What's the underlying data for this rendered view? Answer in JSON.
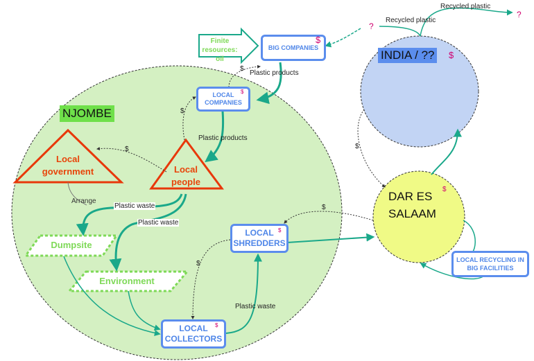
{
  "regions": {
    "njombe": "NJOMBE",
    "india": "INDIA / ??",
    "dar_es_salaam_line1": "DAR ES",
    "dar_es_salaam_line2": "SALAAM"
  },
  "nodes": {
    "finite_resources": {
      "line1": "Finite",
      "line2": "resources: oil"
    },
    "big_companies": "BIG COMPANIES",
    "local_companies": {
      "line1": "LOCAL",
      "line2": "COMPANIES"
    },
    "local_government": {
      "line1": "Local",
      "line2": "government"
    },
    "local_people": {
      "line1": "Local",
      "line2": "people"
    },
    "dumpsite": "Dumpsite",
    "environment": "Environment",
    "local_shredders": {
      "line1": "LOCAL",
      "line2": "SHREDDERS"
    },
    "local_collectors": {
      "line1": "LOCAL",
      "line2": "COLLECTORS"
    },
    "local_recycling": {
      "line1": "LOCAL RECYCLING IN",
      "line2": "BIG FACILITIES"
    }
  },
  "edges": {
    "recycled_plastic_1": "Recycled plastic",
    "recycled_plastic_2": "Recycled plastic",
    "plastic_products_1": "Plastic products",
    "plastic_products_2": "Plastic products",
    "plastic_waste_1": "Plastic waste",
    "plastic_waste_2": "Plastic waste",
    "plastic_waste_3": "Plastic waste",
    "arrange": "Arrange",
    "question": "?",
    "dollar": "$"
  },
  "colors": {
    "njombe_fill": "#d4f0c2",
    "india_fill": "#c2d4f4",
    "dar_fill": "#f0fa86",
    "box_border": "#5b8ded",
    "triangle": "#e8380a",
    "parallelogram": "#7ed957",
    "arrow_green": "#1aa88a",
    "dollar": "#d0006f"
  }
}
